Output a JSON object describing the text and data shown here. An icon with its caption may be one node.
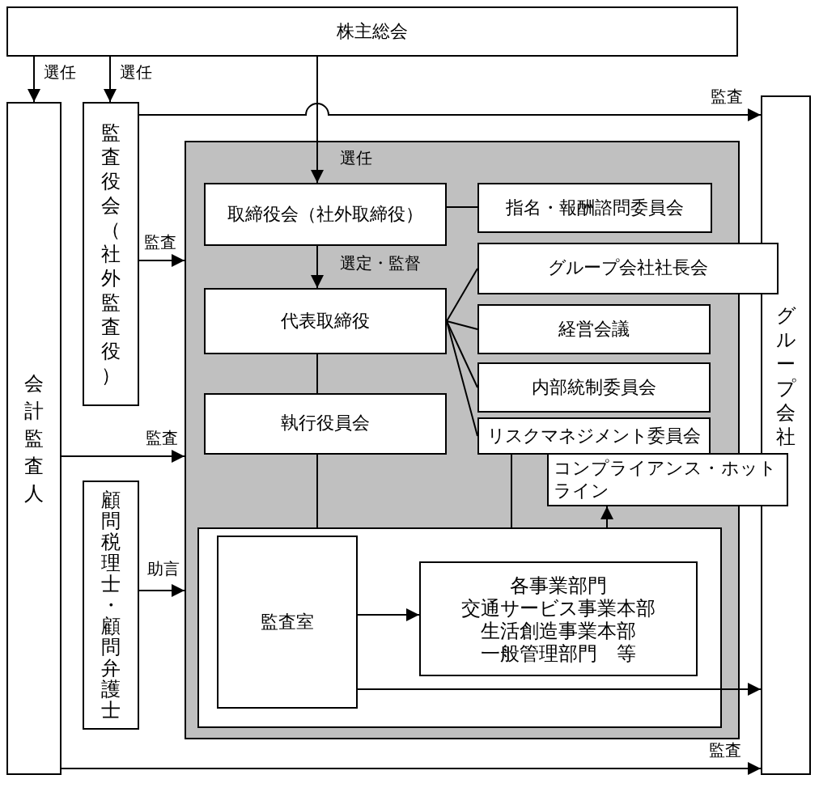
{
  "diagram": {
    "nodes": [
      {
        "text": [
          "株主総会"
        ]
      },
      {
        "text": [
          "会計監査人"
        ]
      },
      {
        "text": [
          "監査役会（社外監査役）"
        ]
      },
      {
        "text": [
          "グループ会社"
        ]
      },
      {
        "text": [],
        "shape": "box"
      },
      {
        "text": [
          "取締役会（社外取締役）"
        ],
        "in": 4
      },
      {
        "text": [
          "指名・報酬諮問委員会"
        ],
        "in": 4
      },
      {
        "text": [
          "グループ会社社長会"
        ]
      },
      {
        "text": [
          "代表取締役"
        ],
        "in": 4
      },
      {
        "text": [
          "経営会議"
        ],
        "in": 4
      },
      {
        "text": [
          "内部統制委員会"
        ],
        "in": 4
      },
      {
        "text": [
          "執行役員会"
        ],
        "in": 4
      },
      {
        "text": [
          "リスクマネジメント委員会"
        ],
        "in": 4
      },
      {
        "text": [
          "コンプライアンス・ホットライン"
        ]
      },
      {
        "text": [
          "顧問税理士・顧問弁護士"
        ]
      },
      {
        "text": [],
        "shape": "box",
        "in": 4
      },
      {
        "text": [
          "監査室"
        ],
        "in": 15
      },
      {
        "text": [
          "各事業部門",
          "交通サービス事業本部",
          "生活創造事業本部",
          "一般管理部門　等"
        ],
        "in": 15
      }
    ],
    "edges": [
      {
        "from": 0,
        "to": 1,
        "arrow": "to",
        "label": "選任"
      },
      {
        "from": 0,
        "to": 2,
        "arrow": "to",
        "label": "選任"
      },
      {
        "from": 0,
        "to": 5,
        "arrow": "to",
        "label": "選任"
      },
      {
        "from": 2,
        "to": 3,
        "arrow": "to",
        "label": "監査"
      },
      {
        "from": 2,
        "to": 4,
        "arrow": "to",
        "label": "監査"
      },
      {
        "from": 1,
        "to": 4,
        "arrow": "to",
        "label": "監査"
      },
      {
        "from": 14,
        "to": 4,
        "arrow": "to",
        "label": "助言"
      },
      {
        "from": 1,
        "to": 3,
        "arrow": "to",
        "label": "監査"
      },
      {
        "from": 5,
        "to": 6,
        "arrow": "none"
      },
      {
        "from": 5,
        "to": 8,
        "arrow": "to",
        "label": "選定・監督"
      },
      {
        "from": 8,
        "to": 7,
        "arrow": "none"
      },
      {
        "from": 8,
        "to": 9,
        "arrow": "none"
      },
      {
        "from": 8,
        "to": 10,
        "arrow": "none"
      },
      {
        "from": 8,
        "to": 12,
        "arrow": "none"
      },
      {
        "from": 8,
        "to": 11,
        "arrow": "none"
      },
      {
        "from": 11,
        "to": 15,
        "arrow": "none"
      },
      {
        "from": 12,
        "to": 15,
        "arrow": "none"
      },
      {
        "from": 15,
        "to": 13,
        "arrow": "to"
      },
      {
        "from": 16,
        "to": 17,
        "arrow": "to"
      },
      {
        "from": 16,
        "to": 3,
        "arrow": "to"
      }
    ]
  }
}
